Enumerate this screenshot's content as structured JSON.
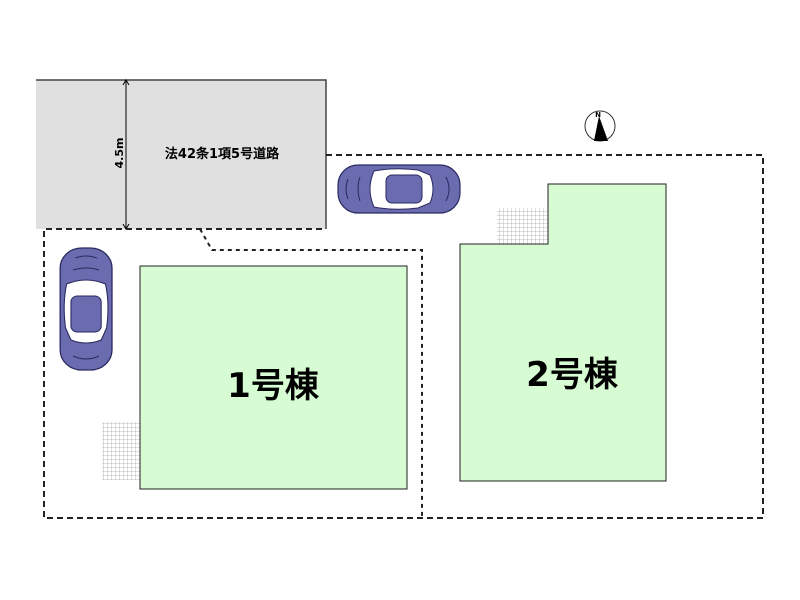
{
  "road": {
    "label": "法42条1項5号道路",
    "width_label": "4.5m"
  },
  "lots": [
    {
      "label": "1号棟"
    },
    {
      "label": "2号棟"
    }
  ],
  "compass": {
    "label": "N"
  },
  "colors": {
    "road": "#e0e0e0",
    "building": "#d7fbd2",
    "car": "#6b6bb0",
    "boundary": "#000000"
  }
}
